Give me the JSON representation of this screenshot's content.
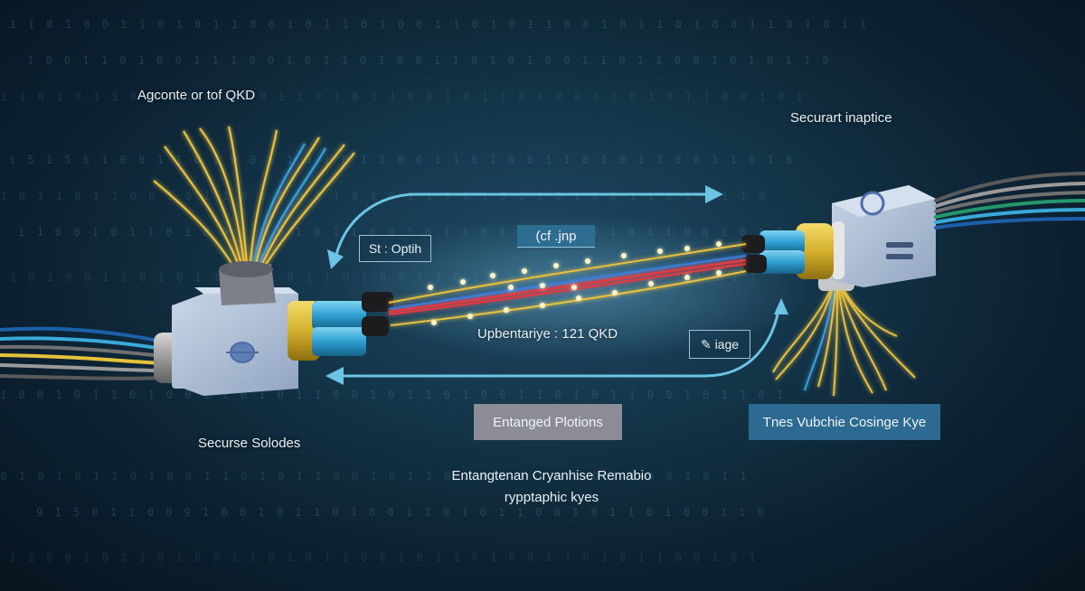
{
  "labels": {
    "top_left": "Agconte or tof QKD",
    "top_right": "Securart inaptice",
    "bottom_left": "Securse Solodes",
    "middle_channel": "Upbentariye : 121 QKD",
    "box_left": "St : Optih",
    "box_center": "(cf .jnp",
    "box_right": "✎ iage",
    "button_left": "Entanged Plotions",
    "button_right": "Tnes Vubchie Cosinge Kye",
    "caption_line1": "Entangtenan Cryanhise Remabio",
    "caption_line2": "rypptaphic kyes"
  },
  "colors": {
    "background_dark": "#07141f",
    "background_mid": "#1e4a63",
    "arrow": "#6cc4e4",
    "fiber_yellow": "#e8c040",
    "fiber_blue": "#3aa0d8",
    "device_body": "#aebfd6",
    "collar_gold": "#d4b02c",
    "sleeve_blue": "#2e9fd0",
    "button_gray": "#8b8c96",
    "button_blue": "#2d6a91",
    "box_center_fill": "#2c6d91"
  },
  "devices": [
    {
      "name": "left-qkd-node",
      "icon": "circle-port-icon"
    },
    {
      "name": "right-qkd-node",
      "icon": "ring-and-bars-icon"
    }
  ]
}
